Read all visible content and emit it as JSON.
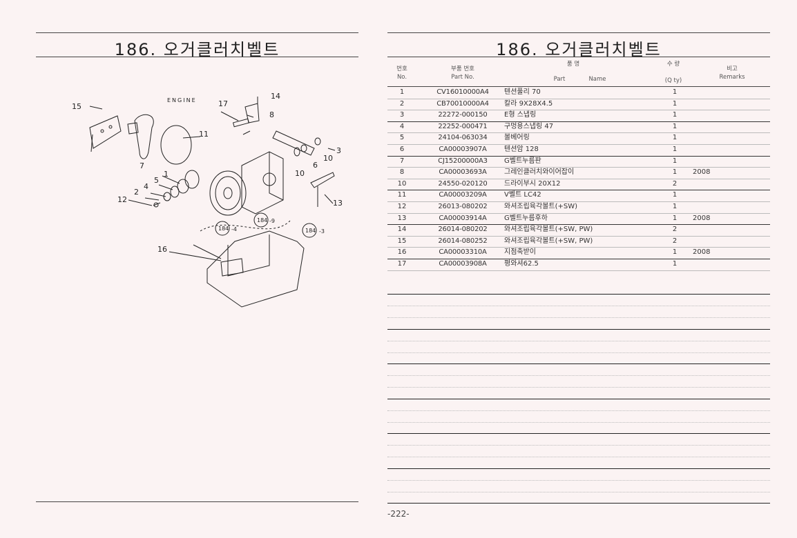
{
  "left_title": "186. 오거클러치벨트",
  "right_title": "186. 오거클러치벨트",
  "page_number": "-222-",
  "headers": {
    "no_ko": "번호",
    "no_en": "No.",
    "part_no_ko": "부품 번호",
    "part_no_en": "Part  No.",
    "name_ko": "품        명",
    "name_en_part": "Part",
    "name_en_name": "Name",
    "qty_ko": "수  량",
    "qty_en": "(Q ty)",
    "remarks_ko": "비고",
    "remarks_en": "Remarks"
  },
  "parts": [
    {
      "no": "1",
      "part_no": "CV16010000A4",
      "name": "텐션풀리 70",
      "qty": "1",
      "remarks": ""
    },
    {
      "no": "2",
      "part_no": "CB70010000A4",
      "name": "칼라 9X28X4.5",
      "qty": "1",
      "remarks": ""
    },
    {
      "no": "3",
      "part_no": "22272-000150",
      "name": "E형 스냅링",
      "qty": "1",
      "remarks": ""
    },
    {
      "no": "4",
      "part_no": "22252-000471",
      "name": "구멍용스냅링 47",
      "qty": "1",
      "remarks": ""
    },
    {
      "no": "5",
      "part_no": "24104-063034",
      "name": "볼베어링",
      "qty": "1",
      "remarks": ""
    },
    {
      "no": "6",
      "part_no": "CA00003907A",
      "name": "텐션암 128",
      "qty": "1",
      "remarks": ""
    },
    {
      "no": "7",
      "part_no": "CJ15200000A3",
      "name": "G벨트누름판",
      "qty": "1",
      "remarks": ""
    },
    {
      "no": "8",
      "part_no": "CA00003693A",
      "name": "그레인클러치와이어잡이",
      "qty": "1",
      "remarks": "2008"
    },
    {
      "no": "10",
      "part_no": "24550-020120",
      "name": "드라이부시 20X12",
      "qty": "2",
      "remarks": ""
    },
    {
      "no": "11",
      "part_no": "CA00003209A",
      "name": "V벨트 LC42",
      "qty": "1",
      "remarks": ""
    },
    {
      "no": "12",
      "part_no": "26013-080202",
      "name": "와셔조립육각볼트(+SW)",
      "qty": "1",
      "remarks": ""
    },
    {
      "no": "13",
      "part_no": "CA00003914A",
      "name": "G벨트누름후하",
      "qty": "1",
      "remarks": "2008"
    },
    {
      "no": "14",
      "part_no": "26014-080202",
      "name": "와셔조립육각볼트(+SW, PW)",
      "qty": "2",
      "remarks": ""
    },
    {
      "no": "15",
      "part_no": "26014-080252",
      "name": "와셔조립육각볼트(+SW, PW)",
      "qty": "2",
      "remarks": ""
    },
    {
      "no": "16",
      "part_no": "CA00003310A",
      "name": "지점축받이",
      "qty": "1",
      "remarks": "2008"
    },
    {
      "no": "17",
      "part_no": "CA00003908A",
      "name": "평와셔62.5",
      "qty": "1",
      "remarks": ""
    }
  ],
  "diagram": {
    "engine_label": "ENGINE",
    "callouts": [
      "15",
      "17",
      "14",
      "8",
      "11",
      "7",
      "3",
      "6",
      "10",
      "10",
      "5",
      "1",
      "4",
      "2",
      "12",
      "13",
      "16"
    ],
    "refs": [
      "184",
      "-4",
      "184",
      "-9",
      "184",
      "-3"
    ]
  }
}
